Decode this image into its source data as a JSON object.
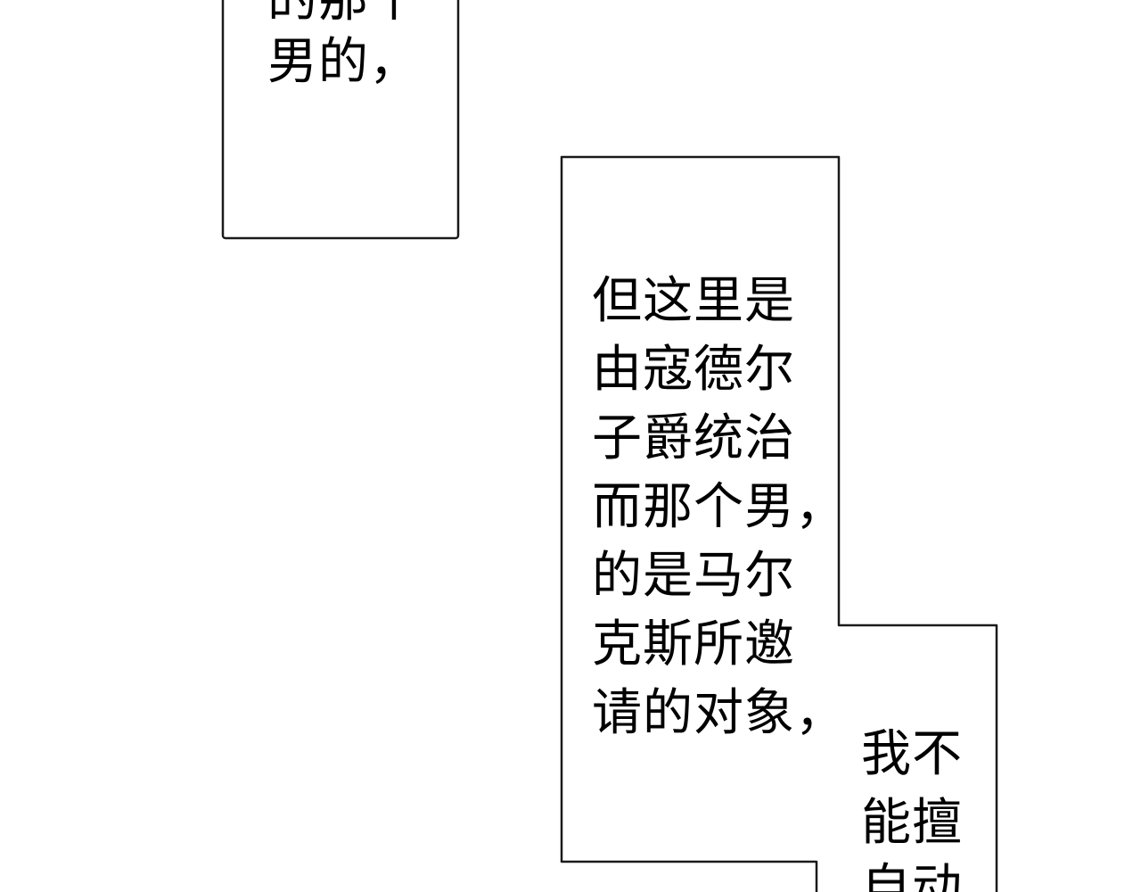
{
  "colors": {
    "background": "#ffffff",
    "border": "#1a1a1a",
    "text": "#000000"
  },
  "box_top_left": {
    "lines": [
      "的那个",
      "男的，"
    ]
  },
  "box_center": {
    "lines": [
      "但这里是",
      "由寇德尔",
      "子爵统治",
      "而那个男，",
      "的是马尔",
      "克斯所邀",
      "请的对象，"
    ]
  },
  "box_bottom_right": {
    "lines": [
      "我不",
      "能擅",
      "自动"
    ]
  }
}
